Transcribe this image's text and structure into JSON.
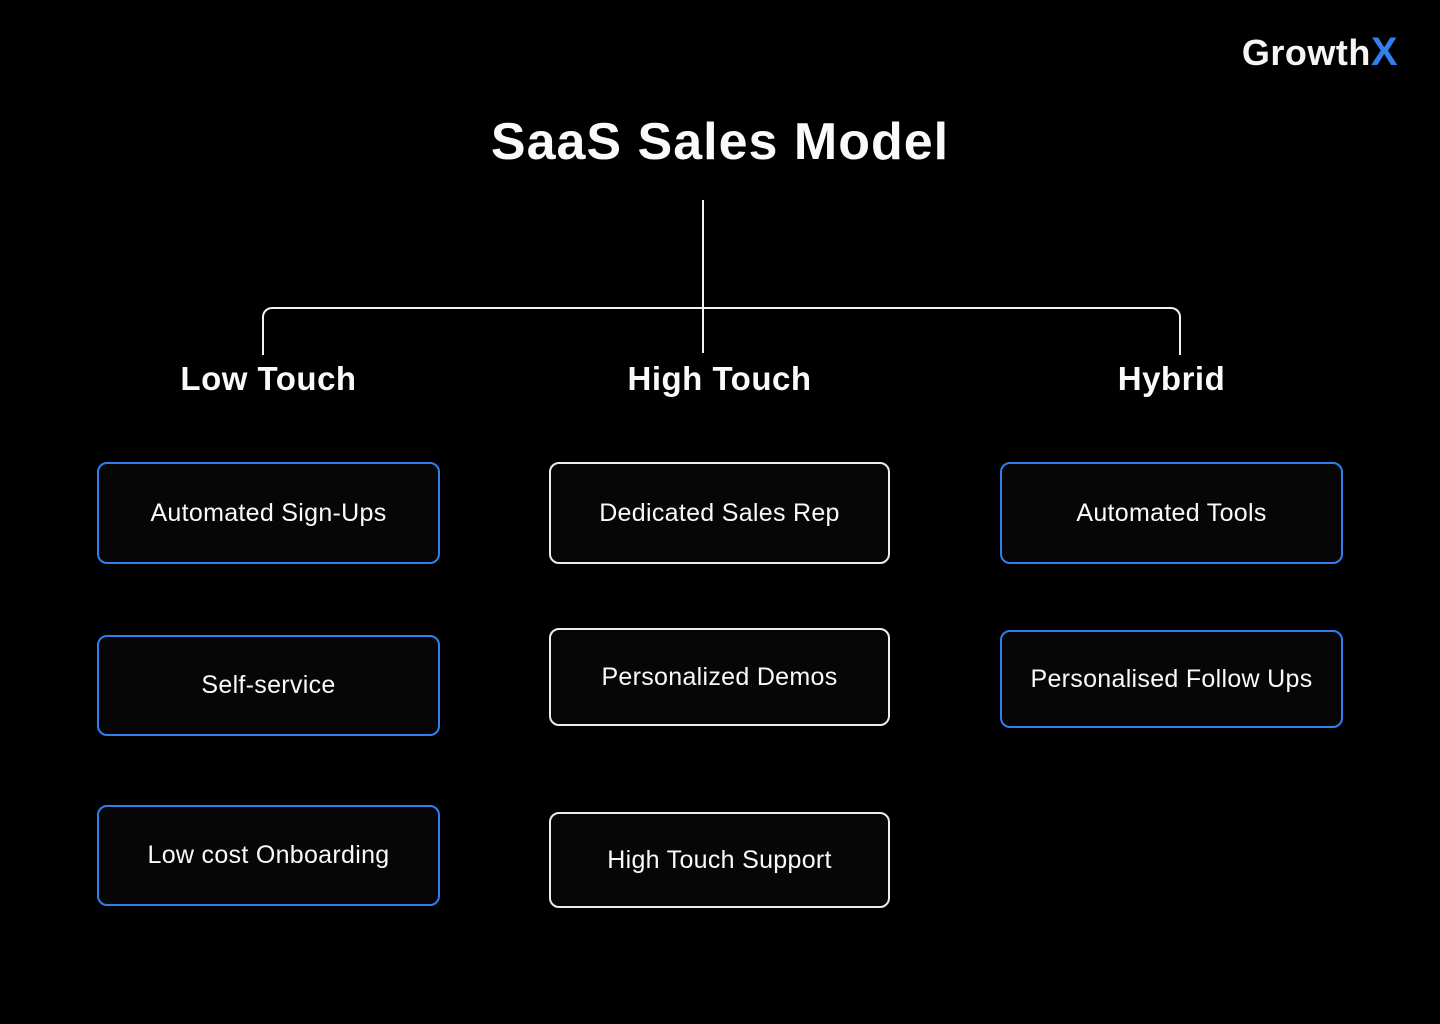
{
  "logo": {
    "text_main": "Growth",
    "text_accent": "X"
  },
  "title": "SaaS Sales Model",
  "colors": {
    "background": "#000000",
    "accent_blue": "#2F80ED",
    "connector_line": "#F2F2F2",
    "box_background": "#060606",
    "white_border": "#ECECEC",
    "text": "#FAFAFA"
  },
  "columns": [
    {
      "heading": "Low Touch",
      "border_color": "#2F80ED",
      "items": [
        {
          "label": "Automated Sign-Ups"
        },
        {
          "label": "Self-service"
        },
        {
          "label": "Low cost Onboarding"
        }
      ]
    },
    {
      "heading": "High Touch",
      "border_color": "#ECECEC",
      "items": [
        {
          "label": "Dedicated Sales Rep"
        },
        {
          "label": "Personalized Demos"
        },
        {
          "label": "High Touch Support"
        }
      ]
    },
    {
      "heading": "Hybrid",
      "border_color": "#2F80ED",
      "items": [
        {
          "label": "Automated Tools"
        },
        {
          "label": "Personalised Follow Ups"
        }
      ]
    }
  ]
}
